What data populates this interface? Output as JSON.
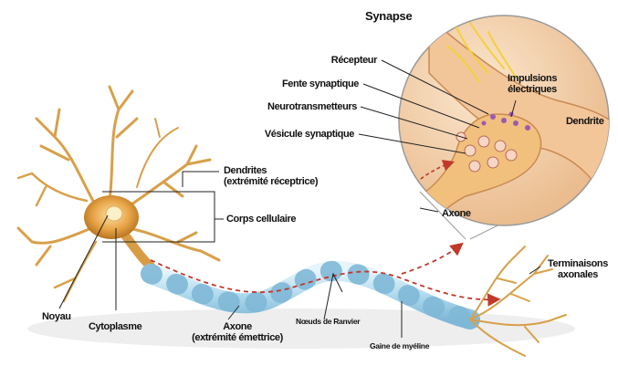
{
  "title": "Synapse",
  "synapse_labels": {
    "recepteur": "Récepteur",
    "fente": "Fente synaptique",
    "neurotransmetteurs": "Neurotransmetteurs",
    "vesicule": "Vésicule synaptique",
    "impulsions_line1": "Impulsions",
    "impulsions_line2": "électriques",
    "dendrite": "Dendrite",
    "axone": "Axone"
  },
  "neuron_labels": {
    "dendrites_line1": "Dendrites",
    "dendrites_line2": "(extrémité réceptrice)",
    "corps": "Corps cellulaire",
    "noyau": "Noyau",
    "cytoplasme": "Cytoplasme",
    "axone_line1": "Axone",
    "axone_line2": "(extrémité émettrice)",
    "noeuds": "Nœuds de Ranvier",
    "gaine": "Gaine de myéline",
    "terminaisons_line1": "Terminaisons",
    "terminaisons_line2": "axonales"
  },
  "colors": {
    "cell_body": "#e8a548",
    "myelin": "#bfe0f0",
    "synapse_bg": "#f4d3ae",
    "signal_arrow": "#c0392b",
    "impulse": "#f2d23b",
    "receptor": "#9b59b6"
  }
}
